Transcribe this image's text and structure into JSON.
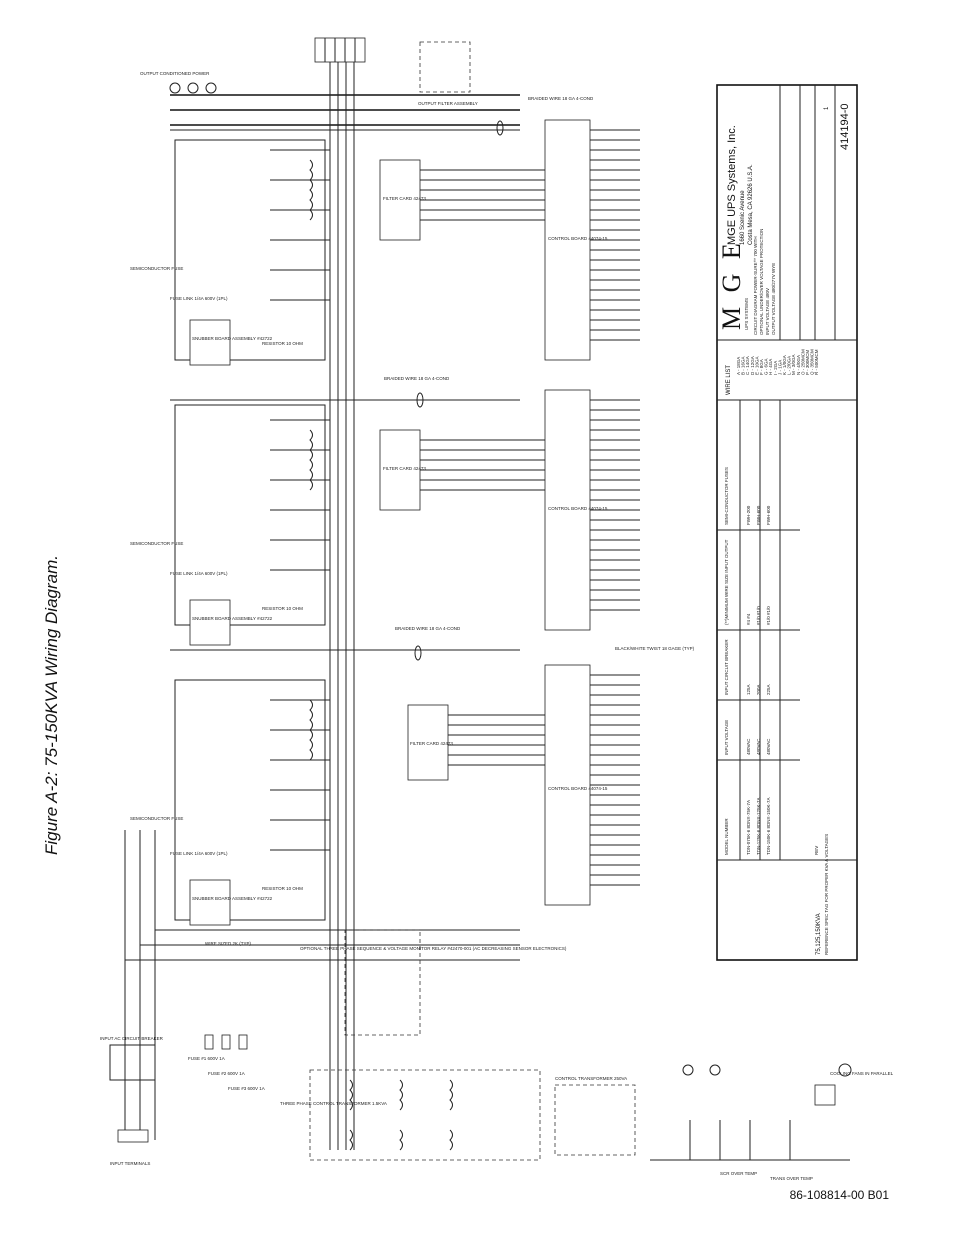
{
  "figure": {
    "caption": "Figure A-2:  75-150KVA Wiring Diagram."
  },
  "footer": {
    "doc_number": "86-108814-00 B01"
  },
  "title_block": {
    "company": "MGE UPS Systems, Inc.",
    "address1": "1660 Scenic Avenue",
    "address2": "Costa Mesa, CA 92626 U.S.A.",
    "logo": "M G E",
    "logo_sub": "UPS SYSTEMS",
    "desc1": "CIRCUIT DIAGRAM POWER-SURE™ 700 WITH",
    "desc2": "OPTIONAL UNDER/OVER VOLTAGE PROTECTION",
    "desc3": "INPUT VOLTAGE 480V",
    "desc4": "OUTPUT VOLTAGE 480/277V WYE",
    "drawing_no": "414194-0",
    "sheet": "1"
  },
  "wire_list": {
    "title": "WIRE LIST",
    "items": [
      "A - 18GA",
      "B - 16GA",
      "C - 14GA",
      "D - 12GA",
      "E - 10GA",
      "F - 8GA",
      "G - 6GA",
      "H - 4GA",
      "I - 2GA",
      "J - 1GA",
      "K - 1/0GA",
      "L - 2/0GA",
      "M - 3/0GA",
      "N - 4/0GA",
      "O - 250MCM",
      "P - 300MCM",
      "Q - 350MCM",
      "R - 500MCM"
    ]
  },
  "model_table": {
    "headers": [
      "MODEL NUMBER",
      "INPUT VOLTAGE",
      "INPUT CIRCUIT BREAKER",
      "(**)MINIMUM WIRE SIZE INPUT    OUTPUT",
      "SEMI-CONDUCTOR FUSES"
    ],
    "rows": [
      [
        "TDN-075K-6",
        "8DNX-75K-7A",
        "480VAC",
        "125A",
        "#4      #4",
        "FWH-200"
      ],
      [
        "TDN-125K-6",
        "8DNX-125K-7A",
        "480VAC",
        "200A",
        "#1/0    #1/0",
        "FWH-600"
      ],
      [
        "TDN-150K-6",
        "8DNX-150K-7A",
        "480VAC",
        "225A",
        "#1/0    #1/0",
        "FWH-600"
      ]
    ],
    "kva_note": "75,125,150KVA",
    "ref_note": "REFERENCE SPEC TAG FOR PROPER KVA & VOLTAGES",
    "rev": "REV"
  },
  "labels": {
    "output_power": "OUTPUT CONDITIONED POWER",
    "input_breaker": "INPUT AC CIRCUIT BREAKER",
    "input_terminals": "INPUT TERMINALS",
    "output_filter": "OUTPUT FILTER ASSEMBLY",
    "control_board": "CONTROL BOARD 44074-15",
    "filter_card": "FILTER CARD 42473",
    "snubber": "SNUBBER BOARD ASSEMBLY #42722",
    "semiconductor": "SEMICONDUCTOR FUSE",
    "fuse_link": "FUSE LINK 1/4A 600V (1PL)",
    "resistor": "RESISTOR 10 OHM",
    "braided": "BRAIDED WIRE 18 GA 4-COND",
    "twisted": "BLACK/WHITE TWIST 18 GAGE (TYP)",
    "transformer": "THREE PHASE CONTROL TRANSFORMER 1.5KVA",
    "control_xfmr": "CONTROL TRANSFORMER 250VA",
    "sequence": "OPTIONAL THREE PHASE SEQUENCE & VOLTAGE MONITOR RELAY #42470-001 (AC DECREASING SENSOR ELECTRONICS)",
    "cooling": "COOLING FANS IN PARALLEL",
    "scr_temp": "SCR OVER TEMP",
    "trans_temp": "TRANS OVER TEMP",
    "fuse_1": "FUSE #1 600V 1A",
    "fuse_2": "FUSE #2 600V 1A",
    "fuse_3": "FUSE #3 600V 1A",
    "wire_size": "WIRE SIZED 2K (TYP)"
  }
}
